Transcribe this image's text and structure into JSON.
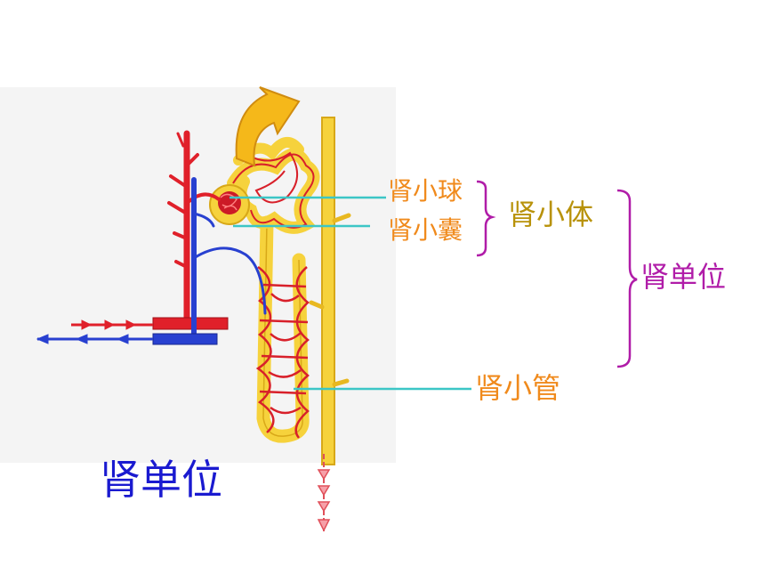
{
  "labels": {
    "glomerulus": "肾小球",
    "capsule": "肾小囊",
    "corpuscle": "肾小体",
    "tubule": "肾小管",
    "nephron": "肾单位",
    "title": "肾单位"
  },
  "colors": {
    "orange_label": "#f08a1c",
    "gold_label": "#b8920a",
    "purple_label": "#b01ca8",
    "blue_title": "#1a1ad0",
    "leader_line": "#3cc6c6",
    "artery": "#e0202a",
    "vein": "#2840d0",
    "tubule": "#f6d23c",
    "arrow_gold": "#f5b81a"
  }
}
